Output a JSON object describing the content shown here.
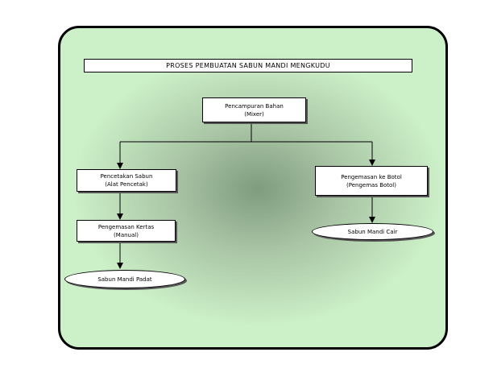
{
  "title": "PROSES PEMBUATAN  SABUN MANDI MENGKUDU",
  "nodes": {
    "mixing": {
      "line1": "Pencampuran Bahan",
      "line2": "(Mixer)"
    },
    "molding": {
      "line1": "Pencetakan Sabun",
      "line2": "(Alat Pencetak)"
    },
    "paper_packing": {
      "line1": "Pengemasan Kertas",
      "line2": "(Manual)"
    },
    "solid_soap": {
      "label": "Sabun Mandi Padat"
    },
    "bottle_packing": {
      "line1": "Pengemasan ke Botol",
      "line2": "(Pengemas Botol)"
    },
    "liquid_soap": {
      "label": "Sabun Mandi Cair"
    }
  },
  "colors": {
    "panel_outer": "#ccf0c8",
    "panel_center": "#7f9c7f",
    "border": "#000000"
  }
}
